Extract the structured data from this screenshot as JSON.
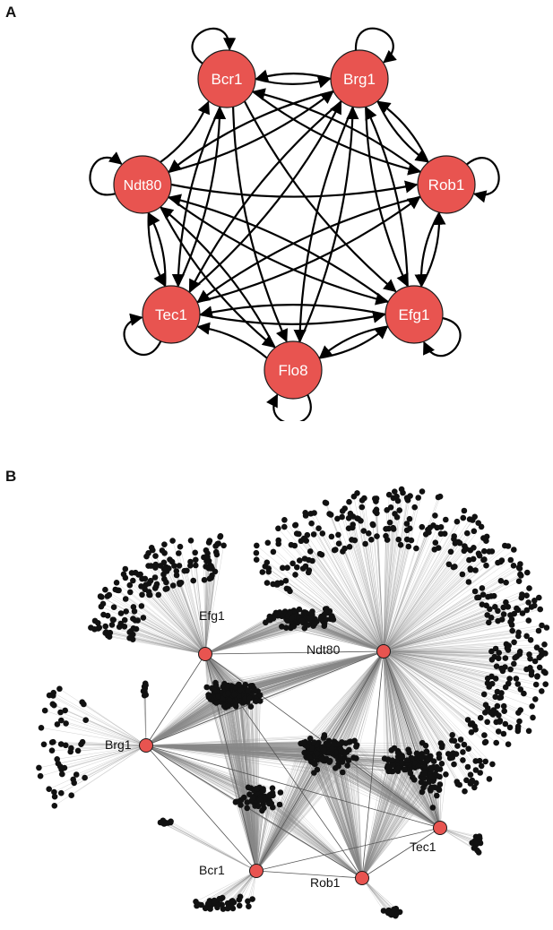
{
  "panel_a": {
    "label": "A",
    "nodes": [
      "Bcr1",
      "Brg1",
      "Ndt80",
      "Rob1",
      "Tec1",
      "Efg1",
      "Flo8"
    ],
    "self_loops": [
      "Bcr1",
      "Brg1",
      "Ndt80",
      "Rob1",
      "Tec1",
      "Efg1",
      "Flo8"
    ],
    "edges": [
      [
        "Brg1",
        "Bcr1"
      ],
      [
        "Bcr1",
        "Brg1"
      ],
      [
        "Ndt80",
        "Bcr1"
      ],
      [
        "Ndt80",
        "Brg1"
      ],
      [
        "Ndt80",
        "Rob1"
      ],
      [
        "Ndt80",
        "Efg1"
      ],
      [
        "Ndt80",
        "Tec1"
      ],
      [
        "Ndt80",
        "Flo8"
      ],
      [
        "Rob1",
        "Bcr1"
      ],
      [
        "Rob1",
        "Brg1"
      ],
      [
        "Rob1",
        "Tec1"
      ],
      [
        "Rob1",
        "Efg1"
      ],
      [
        "Bcr1",
        "Tec1"
      ],
      [
        "Bcr1",
        "Efg1"
      ],
      [
        "Bcr1",
        "Rob1"
      ],
      [
        "Bcr1",
        "Flo8"
      ],
      [
        "Brg1",
        "Tec1"
      ],
      [
        "Brg1",
        "Efg1"
      ],
      [
        "Brg1",
        "Flo8"
      ],
      [
        "Brg1",
        "Rob1"
      ],
      [
        "Brg1",
        "Ndt80"
      ],
      [
        "Tec1",
        "Bcr1"
      ],
      [
        "Tec1",
        "Brg1"
      ],
      [
        "Tec1",
        "Efg1"
      ],
      [
        "Tec1",
        "Rob1"
      ],
      [
        "Tec1",
        "Ndt80"
      ],
      [
        "Efg1",
        "Tec1"
      ],
      [
        "Efg1",
        "Flo8"
      ],
      [
        "Efg1",
        "Brg1"
      ],
      [
        "Efg1",
        "Ndt80"
      ],
      [
        "Efg1",
        "Rob1"
      ],
      [
        "Flo8",
        "Tec1"
      ],
      [
        "Flo8",
        "Brg1"
      ],
      [
        "Flo8",
        "Efg1"
      ],
      [
        "Flo8",
        "Ndt80"
      ]
    ]
  },
  "panel_b": {
    "label": "B",
    "hubs": [
      "Efg1",
      "Ndt80",
      "Brg1",
      "Tec1",
      "Bcr1",
      "Rob1"
    ]
  },
  "colors": {
    "node_fill": "#e85450",
    "node_stroke": "#1a1a1a",
    "edge": "#000000",
    "target_node": "#111111",
    "network_edge": "#8a8a8a"
  }
}
